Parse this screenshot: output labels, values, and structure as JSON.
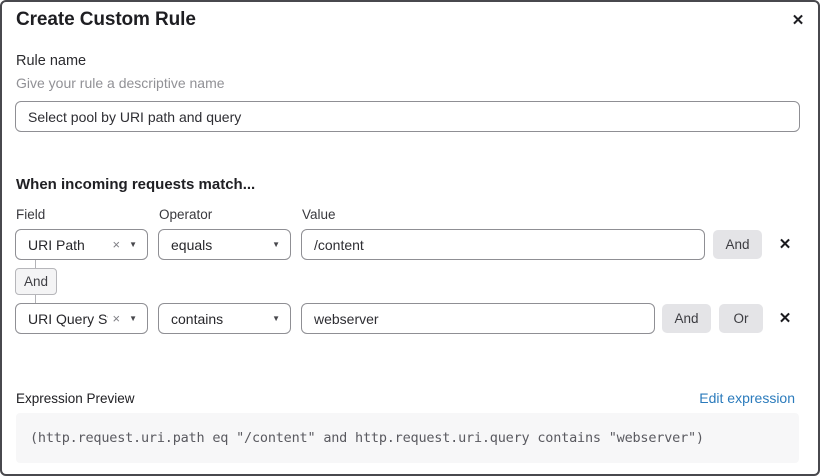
{
  "modal": {
    "title": "Create Custom Rule"
  },
  "rule_name": {
    "label": "Rule name",
    "helper": "Give your rule a descriptive name",
    "value": "Select pool by URI path and query"
  },
  "matcher": {
    "heading": "When incoming requests match...",
    "columns": {
      "field": "Field",
      "operator": "Operator",
      "value": "Value"
    },
    "rows": [
      {
        "field": "URI Path",
        "operator": "equals",
        "value": "/content"
      },
      {
        "field": "URI Query St...",
        "operator": "contains",
        "value": "webserver"
      }
    ],
    "connector_label": "And",
    "and_label": "And",
    "or_label": "Or"
  },
  "expression": {
    "label": "Expression Preview",
    "edit_link": "Edit expression",
    "code": "(http.request.uri.path eq \"/content\" and http.request.uri.query contains \"webserver\")"
  },
  "icons": {
    "close": "✕",
    "caret": "▼",
    "clear": "×",
    "remove": "✕"
  },
  "colors": {
    "accent_link": "#2b7bbc",
    "button_bg": "#e4e4e7",
    "code_bg": "#f7f7f8",
    "border_gray": "#8f8f94"
  }
}
